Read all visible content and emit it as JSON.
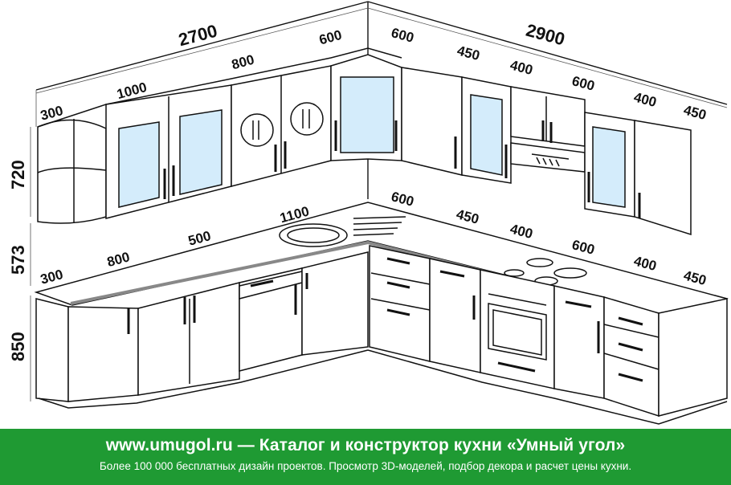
{
  "dimensions": {
    "upper_total_left": "2700",
    "upper_total_right": "2900",
    "upper_left": [
      "300",
      "1000",
      "800",
      "600"
    ],
    "upper_right": [
      "600",
      "450",
      "400",
      "600",
      "400",
      "450"
    ],
    "lower_left": [
      "300",
      "800",
      "500",
      "1100"
    ],
    "lower_right": [
      "600",
      "450",
      "400",
      "600",
      "400",
      "450"
    ],
    "heights": [
      "720",
      "573",
      "850"
    ]
  },
  "footer": {
    "title": "www.umugol.ru — Каталог и конструктор кухни «Умный угол»",
    "subtitle": "Более 100 000 бесплатных дизайн проектов. Просмотр 3D-моделей, подбор декора и расчет цены кухни."
  },
  "colors": {
    "footer_green": "#1f9a33",
    "glass_fill": "#d4ecfb",
    "line": "#111111"
  }
}
